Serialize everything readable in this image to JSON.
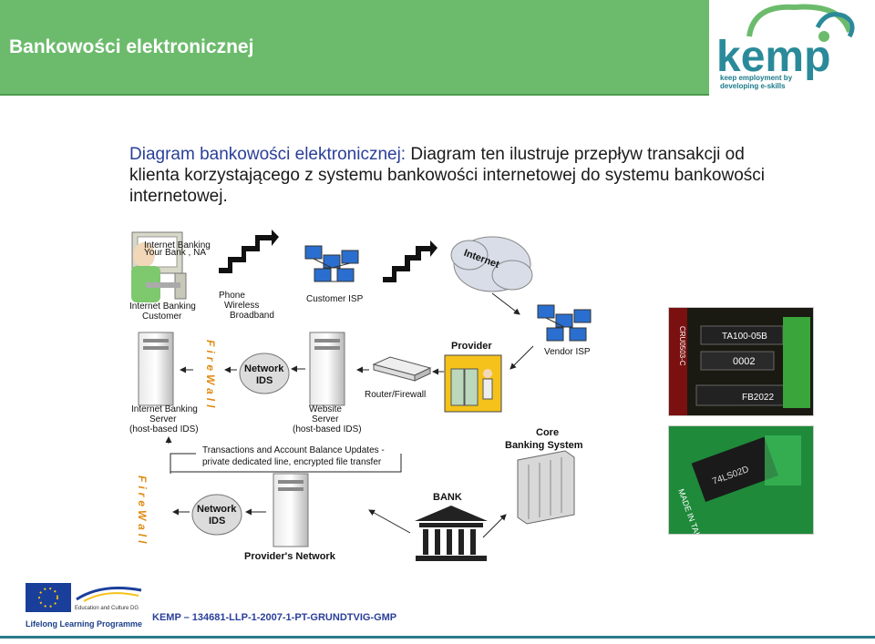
{
  "header": {
    "title": "Bankowości elektronicznej"
  },
  "logo": {
    "text": "kemp",
    "tagline_1": "keep employment by",
    "tagline_2": "developing  e-skills"
  },
  "intro": {
    "lead": "Diagram bankowości elektronicznej:",
    "body": " Diagram ten ilustruje przepływ transakcji od klienta korzystającego z systemu bankowości internetowej do systemu bankowości internetowej."
  },
  "diagram": {
    "monitor_text_1": "Internet Banking",
    "monitor_text_2": "Your Bank , NA",
    "customer_1": "Internet Banking",
    "customer_2": "Customer",
    "phone_1": "Phone",
    "phone_2": "Wireless",
    "phone_3": "Broadband",
    "customer_isp": "Customer ISP",
    "internet": "Internet",
    "vendor_isp": "Vendor ISP",
    "provider": "Provider",
    "router": "Router/Firewall",
    "network_ids_1": "Network",
    "network_ids_2": "IDS",
    "website_1": "Website",
    "website_2": "Server",
    "website_3": "(host-based IDS)",
    "ib_server_1": "Internet Banking",
    "ib_server_2": "Server",
    "ib_server_3": "(host-based IDS)",
    "firewall": "FireWall",
    "transactions_1": "Transactions and Account Balance Updates -",
    "transactions_2": "private dedicated line, encrypted file transfer",
    "core_1": "Core",
    "core_2": "Banking System",
    "bank": "BANK",
    "providers_network": "Provider's Network"
  },
  "photos": {
    "chip_1": "TA100-05B",
    "chip_2": "0002",
    "chip_3": "FB2022",
    "side_1": "CRU0503-C",
    "chip_4": "74LS02D",
    "side_2": "MADE IN TAI"
  },
  "footer": {
    "project": "KEMP – 134681-LLP-1-2007-1-PT-GRUNDTVIG-GMP",
    "llp": "Lifelong Learning Programme",
    "edu": "Education and Culture DG"
  }
}
